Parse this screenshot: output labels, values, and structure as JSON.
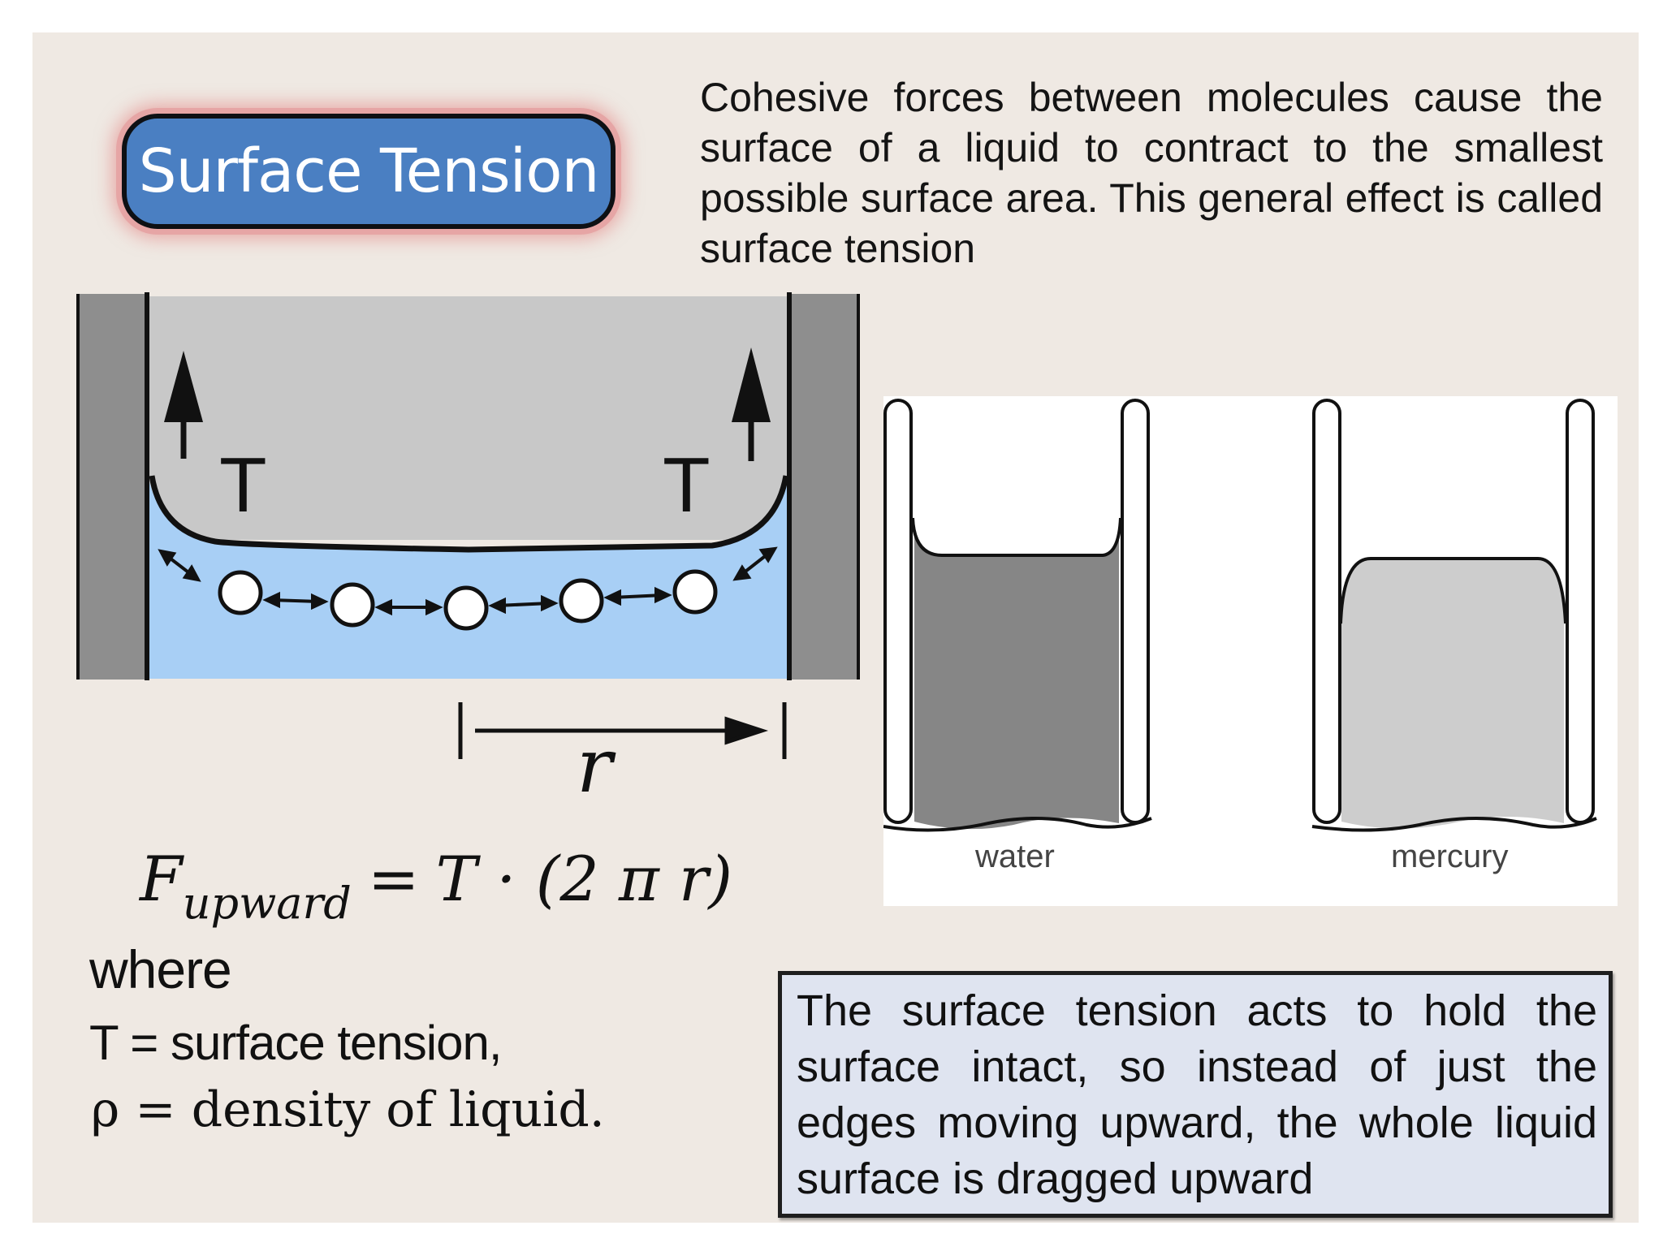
{
  "title": "Surface Tension",
  "intro_text": "Cohesive forces between molecules cause the surface of a liquid to contract to the smallest possible surface area. This general effect is called surface tension",
  "diagram_left": {
    "tension_label_left": "T",
    "tension_label_right": "T",
    "radius_label": "r"
  },
  "formula": {
    "force": "F",
    "subscript": "upward",
    "equals": "=",
    "rhs": "T · (2 π r)"
  },
  "where_label": "where",
  "definitions": {
    "t": "T = surface tension,",
    "rho": "ρ = density of liquid."
  },
  "tubes": {
    "water_label": "water",
    "mercury_label": "mercury",
    "water_color": "#868686",
    "mercury_color": "#cdcdcd"
  },
  "note_text": "The surface tension acts to hold the surface intact, so instead of just the edges moving upward, the whole liquid surface is dragged upward",
  "colors": {
    "background": "#efe9e3",
    "badge": "#4a7fc2",
    "liquid": "#a8cff5",
    "note_box": "#dfe4f0"
  }
}
